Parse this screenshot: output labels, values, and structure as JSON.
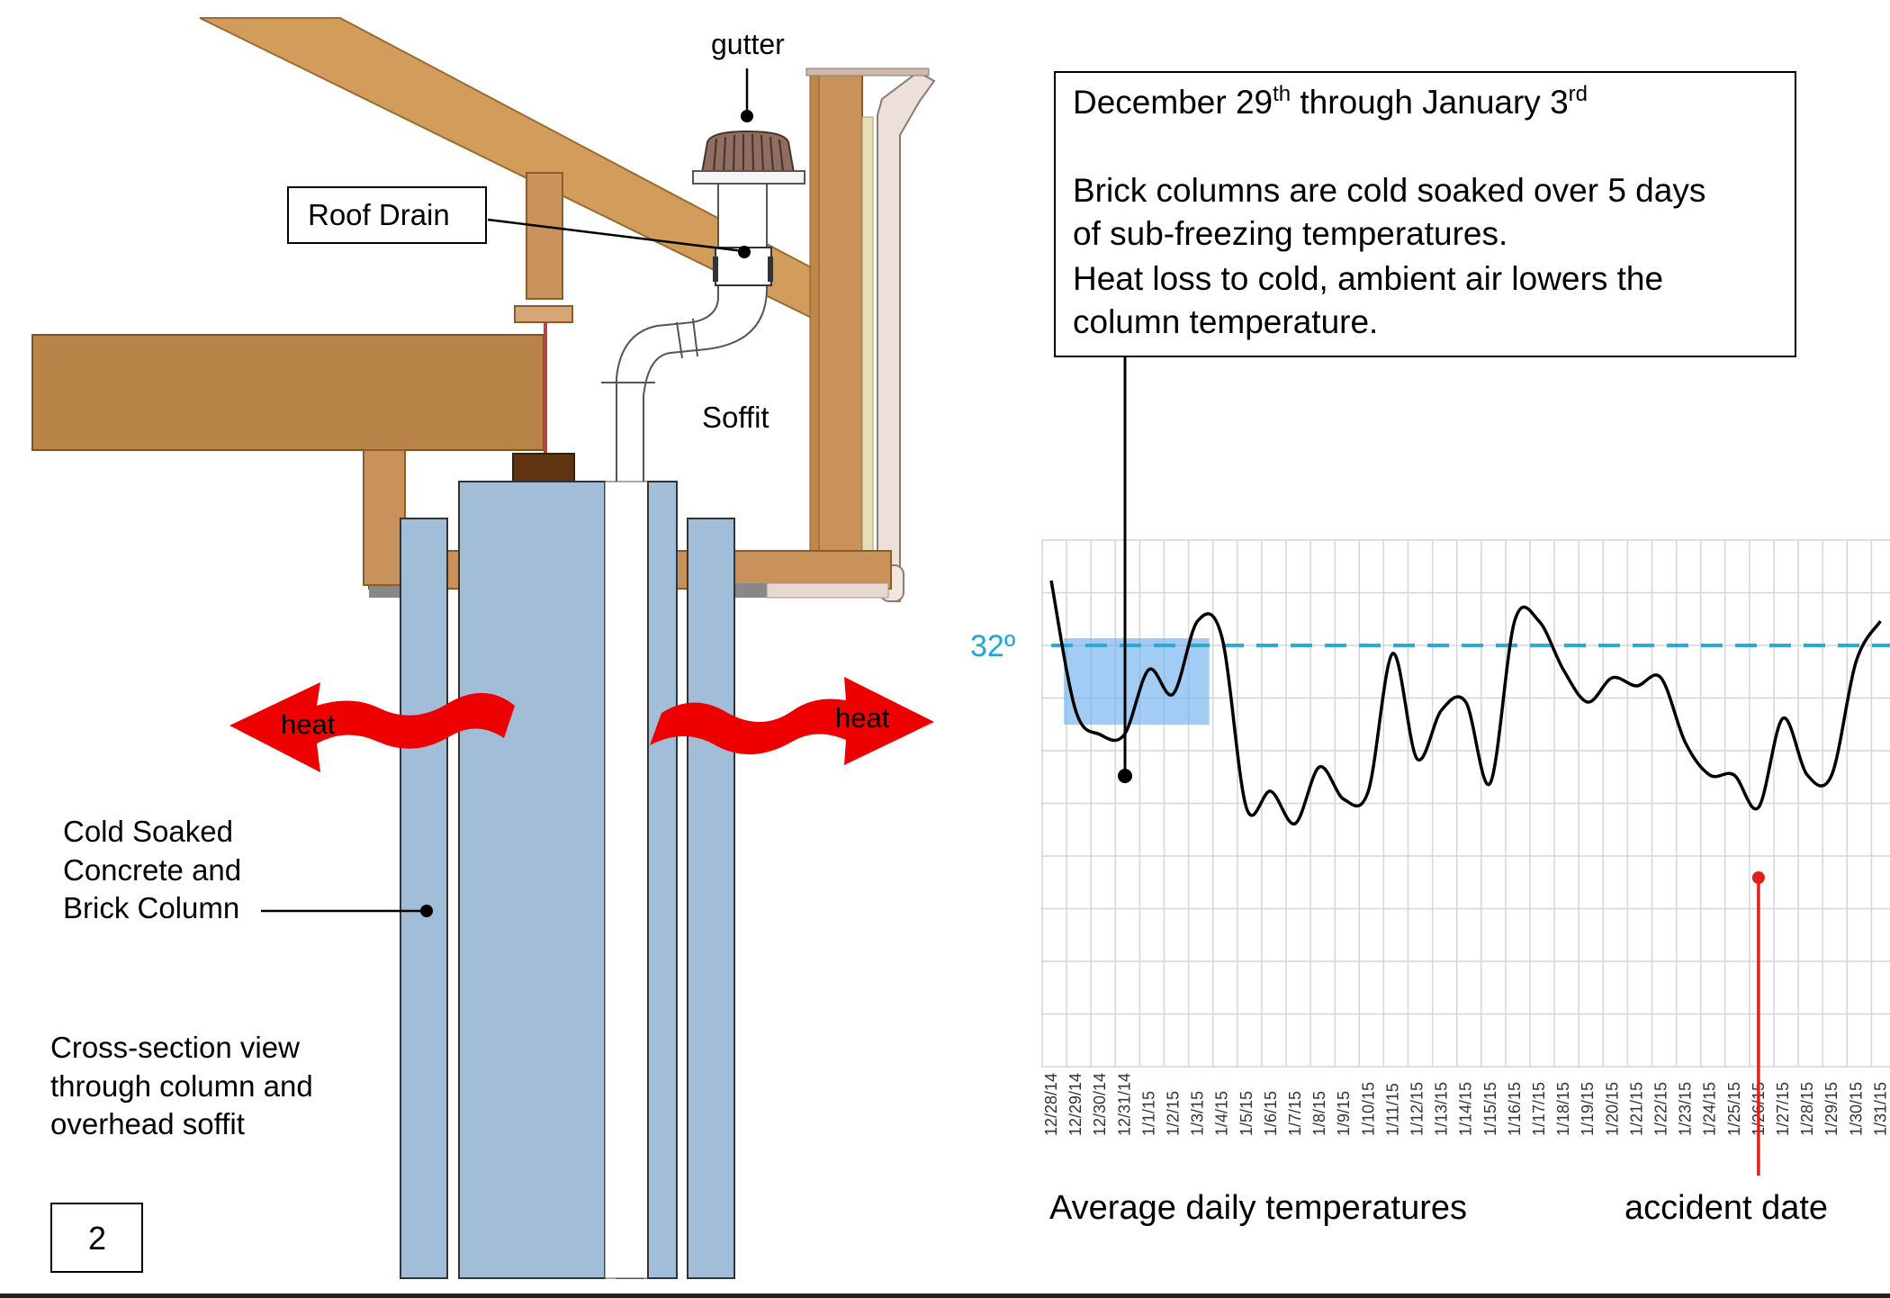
{
  "labels": {
    "gutter": "gutter",
    "roof_drain": "Roof Drain",
    "soffit": "Soffit",
    "heat_left": "heat",
    "heat_right": "heat",
    "column_line1": "Cold Soaked",
    "column_line2": "Concrete and",
    "column_line3": "Brick Column",
    "xsec_line1": "Cross-section view",
    "xsec_line2": "through column and",
    "xsec_line3": "overhead soffit",
    "page_number": "2"
  },
  "callout": {
    "line1_pre": "December 29",
    "line1_sup1": "th",
    "line1_mid": " through January 3",
    "line1_sup2": "rd",
    "line2": "Brick columns are cold soaked over 5 days",
    "line3": "of sub-freezing temperatures.",
    "line4": "Heat loss to cold, ambient air lowers the",
    "line5": "column temperature."
  },
  "colors": {
    "wood": "#D29C5A",
    "column": "#A2BDD8",
    "heat": "#EE0000",
    "freeze_line": "#2AAAD4",
    "highlight": "#66AAEE",
    "accident": "#E02020"
  },
  "chart_data": {
    "type": "line",
    "x": [
      "12/28/14",
      "12/29/14",
      "12/30/14",
      "12/31/14",
      "1/1/15",
      "1/2/15",
      "1/3/15",
      "1/4/15",
      "1/5/15",
      "1/6/15",
      "1/7/15",
      "1/8/15",
      "1/9/15",
      "1/10/15",
      "1/11/15",
      "1/12/15",
      "1/13/15",
      "1/14/15",
      "1/15/15",
      "1/16/15",
      "1/17/15",
      "1/18/15",
      "1/19/15",
      "1/20/15",
      "1/21/15",
      "1/22/15",
      "1/23/15",
      "1/24/15",
      "1/25/15",
      "1/26/15",
      "1/27/15",
      "1/28/15",
      "1/29/15",
      "1/30/15",
      "1/31/15"
    ],
    "x_tick_labels": [
      "12/28/14",
      "12/29/14",
      "12/30/14",
      "12/31/14",
      "1/1/15",
      "1/2/15",
      "1/3/15",
      "1/4/15",
      "1/5/15",
      "1/6/15",
      "1/7/15",
      "1/8/15",
      "1/9/15",
      "1/10/15",
      "1/11/15",
      "1/12/15",
      "1/13/15",
      "1/14/15",
      "1/15/15",
      "1/16/15",
      "1/17/15",
      "1/18/15",
      "1/19/15",
      "1/20/15",
      "1/21/15",
      "1/22/15",
      "1/23/15",
      "1/24/15",
      "1/25/15",
      "1/26/15",
      "1/27/15",
      "1/28/15",
      "1/29/15",
      "1/30/15",
      "1/31/15"
    ],
    "values": [
      40,
      24,
      21,
      21,
      29,
      26,
      35,
      33,
      12,
      14,
      10,
      17,
      13,
      14,
      31,
      18,
      24,
      25,
      15,
      35,
      35,
      29,
      25,
      28,
      27,
      28,
      20,
      16,
      16,
      12,
      23,
      16,
      16,
      30,
      35
    ],
    "threshold": 32,
    "threshold_label": "32º",
    "highlight_range": [
      "12/29/14",
      "1/3/15"
    ],
    "accident_date": "1/26/15",
    "accident_label": "accident date",
    "caption": "Average daily temperatures",
    "ylim": [
      -20,
      45
    ],
    "grid": true
  }
}
